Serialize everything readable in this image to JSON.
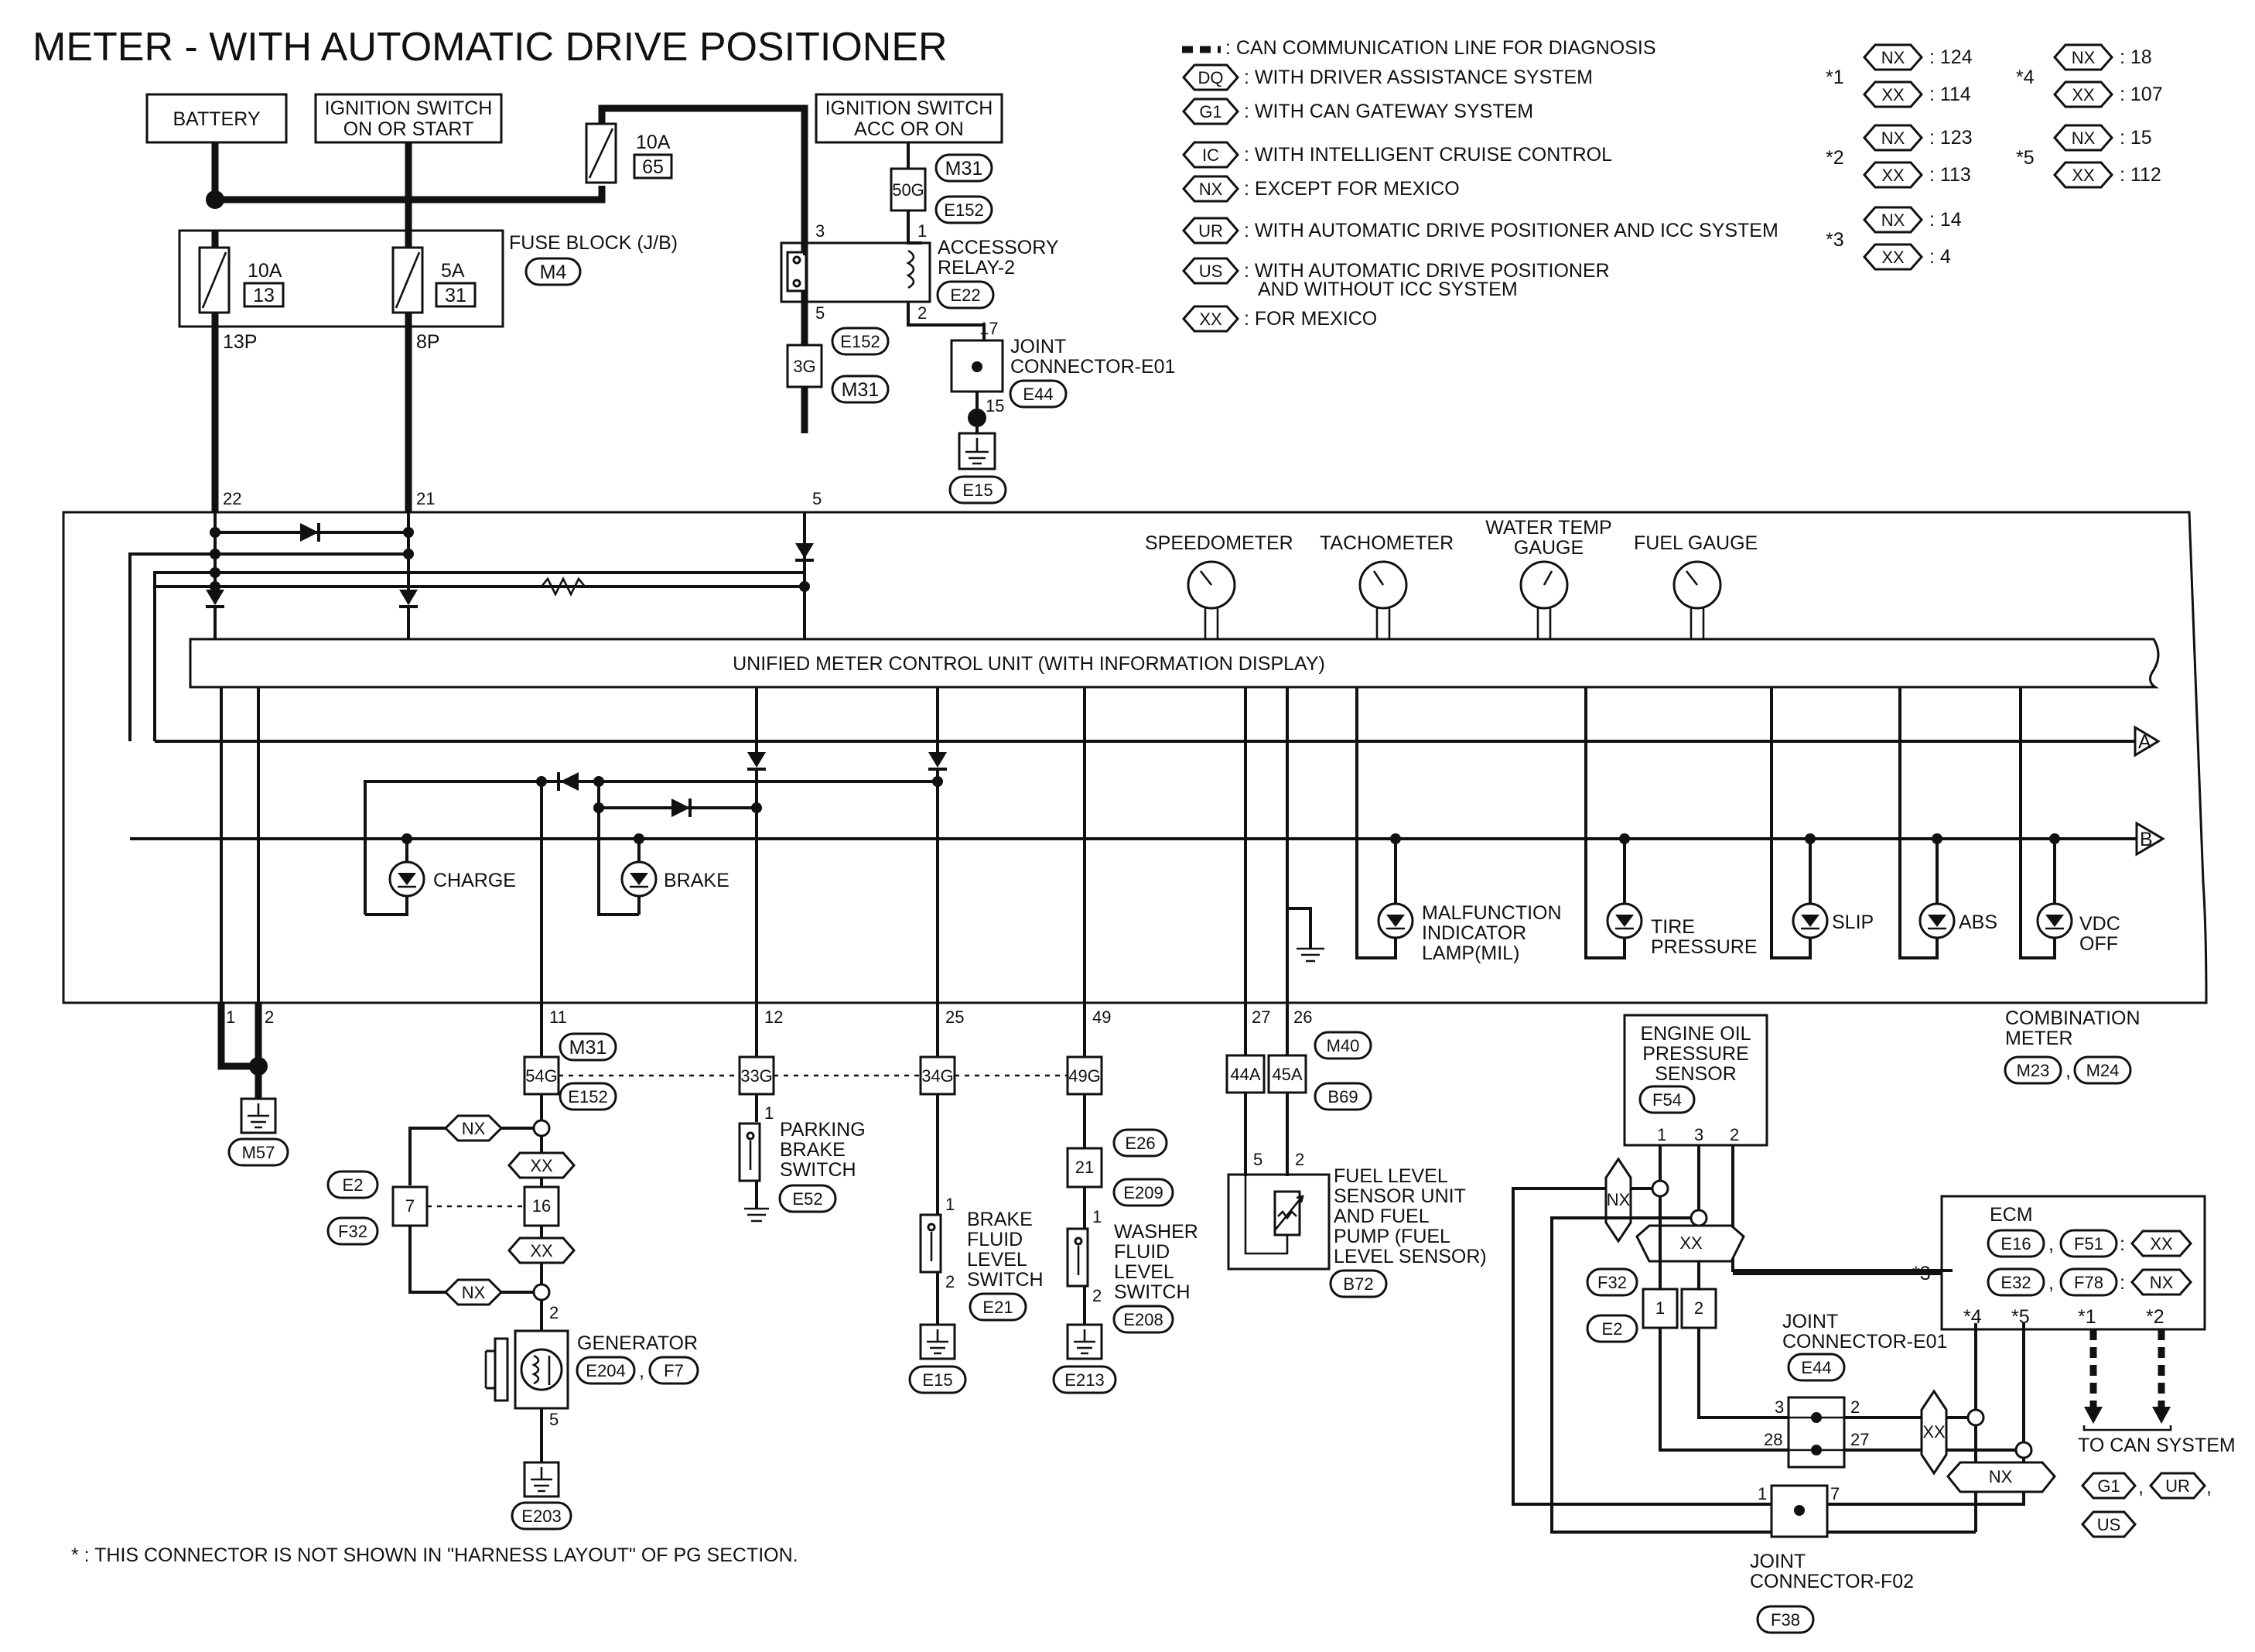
{
  "title": "METER - WITH AUTOMATIC DRIVE POSITIONER",
  "footnote": "* : THIS CONNECTOR IS NOT SHOWN IN \"HARNESS LAYOUT\" OF PG SECTION.",
  "power": {
    "battery": "BATTERY",
    "ign_switch_on_start": [
      "IGNITION SWITCH",
      "ON OR START"
    ],
    "ign_switch_acc_on": [
      "IGNITION SWITCH",
      "ACC OR ON"
    ],
    "fuse_10a_65": {
      "amp": "10A",
      "no": "65"
    },
    "fuse_block": {
      "label": "FUSE BLOCK (J/B)",
      "connector": "M4",
      "fuses": [
        {
          "amp": "10A",
          "no": "13",
          "pin": "13P"
        },
        {
          "amp": "5A",
          "no": "31",
          "pin": "8P"
        }
      ]
    },
    "conn_50g": "50G",
    "conn_m31": "M31",
    "conn_e152": "E152",
    "relay": {
      "label": [
        "ACCESSORY",
        "RELAY-2"
      ],
      "connector": "E22",
      "pins": [
        "3",
        "1",
        "5",
        "2"
      ]
    },
    "conn_3g": "3G",
    "joint_e01_top": {
      "label": [
        "JOINT",
        "CONNECTOR-E01"
      ],
      "connector": "E44",
      "pins": [
        "17",
        "15"
      ]
    },
    "ground_e15_top": "E15"
  },
  "legend": {
    "can_line": ": CAN COMMUNICATION LINE FOR DIAGNOSIS",
    "items": [
      {
        "code": "DQ",
        "text": ": WITH DRIVER ASSISTANCE SYSTEM"
      },
      {
        "code": "G1",
        "text": ": WITH CAN GATEWAY SYSTEM"
      },
      {
        "code": "IC",
        "text": ": WITH INTELLIGENT CRUISE CONTROL"
      },
      {
        "code": "NX",
        "text": ": EXCEPT FOR MEXICO"
      },
      {
        "code": "UR",
        "text": ": WITH AUTOMATIC DRIVE POSITIONER AND ICC SYSTEM"
      },
      {
        "code": "US",
        "text": ": WITH AUTOMATIC DRIVE POSITIONER",
        "text2": "AND WITHOUT ICC SYSTEM"
      },
      {
        "code": "XX",
        "text": ": FOR MEXICO"
      }
    ],
    "notes": [
      {
        "star": "*1",
        "nx": ": 124",
        "xx": ": 114"
      },
      {
        "star": "*2",
        "nx": ": 123",
        "xx": ": 113"
      },
      {
        "star": "*3",
        "nx": ": 14",
        "xx": ": 4"
      },
      {
        "star": "*4",
        "nx": ": 18",
        "xx": ": 107"
      },
      {
        "star": "*5",
        "nx": ": 15",
        "xx": ": 112"
      }
    ],
    "nx": "NX",
    "xx": "XX"
  },
  "meter": {
    "top_pins": [
      "22",
      "21",
      "5"
    ],
    "gauges": [
      "SPEEDOMETER",
      "TACHOMETER",
      "WATER TEMP",
      "GAUGE",
      "FUEL GAUGE"
    ],
    "control_unit": "UNIFIED METER CONTROL UNIT (WITH INFORMATION DISPLAY)",
    "bus_a": "A",
    "bus_b": "B",
    "lamps": {
      "charge": "CHARGE",
      "brake": "BRAKE",
      "mil": [
        "MALFUNCTION",
        "INDICATOR",
        "LAMP(MIL)"
      ],
      "tire": [
        "TIRE",
        "PRESSURE"
      ],
      "slip": "SLIP",
      "abs": "ABS",
      "vdc": [
        "VDC",
        "OFF"
      ]
    },
    "bottom_pins": [
      "1",
      "2",
      "11",
      "12",
      "25",
      "49",
      "27",
      "26"
    ],
    "label": [
      "COMBINATION",
      "METER"
    ],
    "connectors": [
      "M23",
      "M24"
    ]
  },
  "lower": {
    "ground_m57": "M57",
    "m31": "M31",
    "e152": "E152",
    "inline": [
      "54G",
      "33G",
      "34G",
      "49G"
    ],
    "e2": "E2",
    "f32": "F32",
    "pin7": "7",
    "pin16": "16",
    "pin2": "2",
    "pin5": "5",
    "generator": {
      "label": "GENERATOR",
      "connectors": [
        "E204",
        "F7"
      ],
      "ground": "E203"
    },
    "parking_brake": {
      "label": [
        "PARKING",
        "BRAKE",
        "SWITCH"
      ],
      "connector": "E52",
      "pin": "1"
    },
    "brake_fluid": {
      "label": [
        "BRAKE",
        "FLUID",
        "LEVEL",
        "SWITCH"
      ],
      "connector": "E21",
      "pins": [
        "1",
        "2"
      ],
      "ground": "E15"
    },
    "washer": {
      "label": [
        "WASHER",
        "FLUID",
        "LEVEL",
        "SWITCH"
      ],
      "connector": "E208",
      "pins": [
        "1",
        "2"
      ],
      "ground": "E213",
      "joint": {
        "no": "21",
        "conns": [
          "E26",
          "E209"
        ]
      }
    },
    "fuel": {
      "conn": [
        "44A",
        "45A"
      ],
      "conns": [
        "M40",
        "B69"
      ],
      "pins": [
        "5",
        "2"
      ],
      "label": [
        "FUEL LEVEL",
        "SENSOR UNIT",
        "AND FUEL",
        "PUMP (FUEL",
        "LEVEL SENSOR)"
      ],
      "connector": "B72"
    },
    "oil": {
      "label": [
        "ENGINE OIL",
        "PRESSURE",
        "SENSOR"
      ],
      "connector": "F54",
      "pins": [
        "1",
        "3",
        "2"
      ]
    },
    "e2b": "E2",
    "pin1": "1",
    "pin2b": "2",
    "joint_e01": {
      "label": [
        "JOINT",
        "CONNECTOR-E01"
      ],
      "connector": "E44",
      "pins": [
        "3",
        "2",
        "28",
        "27"
      ]
    },
    "joint_f02": {
      "label": [
        "JOINT",
        "CONNECTOR-F02"
      ],
      "connector": "F38",
      "pins": [
        "1",
        "7"
      ]
    },
    "ecm": {
      "label": "ECM",
      "conns": [
        "E16",
        "F51",
        "E32",
        "F78"
      ],
      "stars": [
        "*3",
        "*4",
        "*5",
        "*1",
        "*2"
      ]
    },
    "to_can": "TO CAN SYSTEM",
    "can_codes": [
      "G1",
      "UR",
      "US"
    ]
  }
}
